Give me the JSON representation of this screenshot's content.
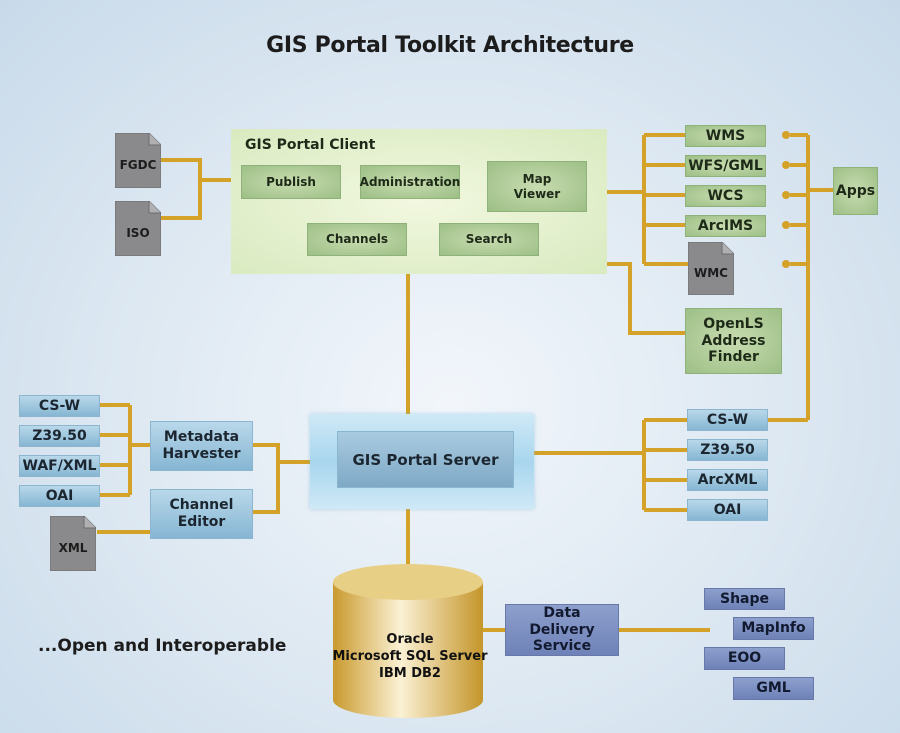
{
  "title": "GIS Portal Toolkit Architecture",
  "tagline": "...Open and Interoperable",
  "colors": {
    "connector": "#d4a228",
    "client_panel": "#e3efcd",
    "green_box": "#a9c891",
    "blue_box": "#a3c8df",
    "purple_box": "#7f90c3",
    "document": "#8a8a8c",
    "database": "#d9b85c"
  },
  "client": {
    "label": "GIS Portal Client",
    "modules": [
      "Publish",
      "Administration",
      "Map Viewer",
      "Channels",
      "Search"
    ]
  },
  "metadata_formats": [
    "FGDC",
    "ISO"
  ],
  "services": [
    "WMS",
    "WFS/GML",
    "WCS",
    "ArcIMS"
  ],
  "wmc_doc": "WMC",
  "apps": "Apps",
  "openls": "OpenLS Address Finder",
  "harvest_sources": [
    "CS-W",
    "Z39.50",
    "WAF/XML",
    "OAI"
  ],
  "harvester": "Metadata Harvester",
  "channel_editor": "Channel Editor",
  "xml_doc": "XML",
  "server": {
    "label": "GIS Portal Server"
  },
  "server_interfaces": [
    "CS-W",
    "Z39.50",
    "ArcXML",
    "OAI"
  ],
  "database": {
    "lines": [
      "Oracle",
      "Microsoft SQL Server",
      "IBM DB2"
    ]
  },
  "data_delivery": "Data Delivery Service",
  "output_formats": [
    "Shape",
    "MapInfo",
    "EOO",
    "GML"
  ]
}
